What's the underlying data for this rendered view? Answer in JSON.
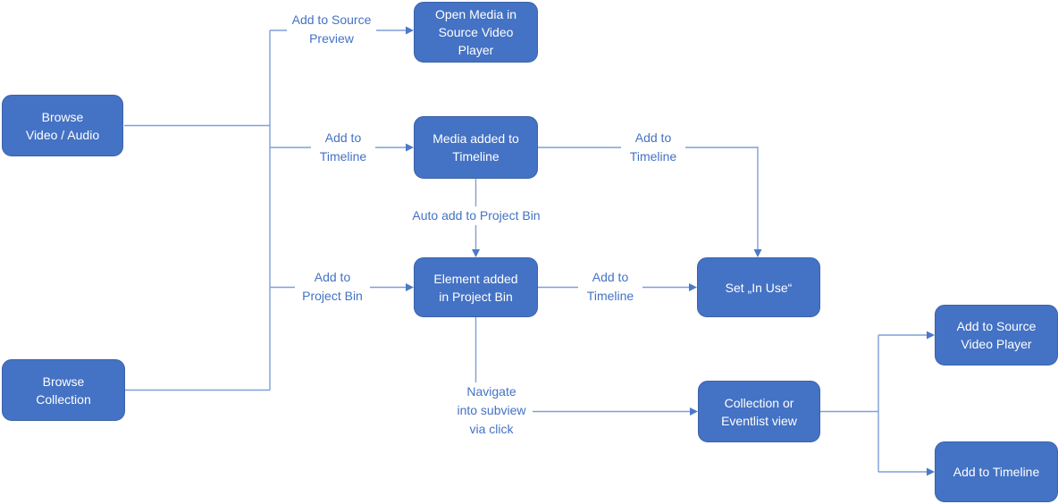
{
  "colors": {
    "background": "#ffffff",
    "node_fill": "#4472c4",
    "node_border": "#3b62a9",
    "node_text": "#ffffff",
    "connector": "#7e9fd9",
    "arrowhead": "#4b79c8",
    "label_text": "#4472c4"
  },
  "nodes": [
    {
      "id": "browse-video-audio",
      "label": "Browse\nVideo / Audio"
    },
    {
      "id": "browse-collection",
      "label": "Browse\nCollection"
    },
    {
      "id": "open-media-source-video-player",
      "label": "Open Media in\nSource Video\nPlayer"
    },
    {
      "id": "media-added-to-timeline",
      "label": "Media added to\nTimeline"
    },
    {
      "id": "element-added-in-project-bin",
      "label": "Element added\nin Project Bin"
    },
    {
      "id": "set-in-use",
      "label": "Set „In Use“"
    },
    {
      "id": "collection-or-eventlist-view",
      "label": "Collection or\nEventlist view"
    },
    {
      "id": "add-to-source-video-player",
      "label": "Add to Source\nVideo Player"
    },
    {
      "id": "add-to-timeline",
      "label": "Add to Timeline"
    }
  ],
  "edge_labels": [
    {
      "id": "add-to-source-preview",
      "text": "Add to Source\nPreview"
    },
    {
      "id": "add-to-timeline-branch",
      "text": "Add to\nTimeline"
    },
    {
      "id": "add-to-project-bin",
      "text": "Add to\nProject Bin"
    },
    {
      "id": "auto-add-to-project-bin",
      "text": "Auto add to Project Bin"
    },
    {
      "id": "add-to-timeline-media",
      "text": "Add to\nTimeline"
    },
    {
      "id": "add-to-timeline-element",
      "text": "Add to\nTimeline"
    },
    {
      "id": "navigate-into-subview",
      "text": "Navigate\ninto subview\nvia click"
    }
  ]
}
